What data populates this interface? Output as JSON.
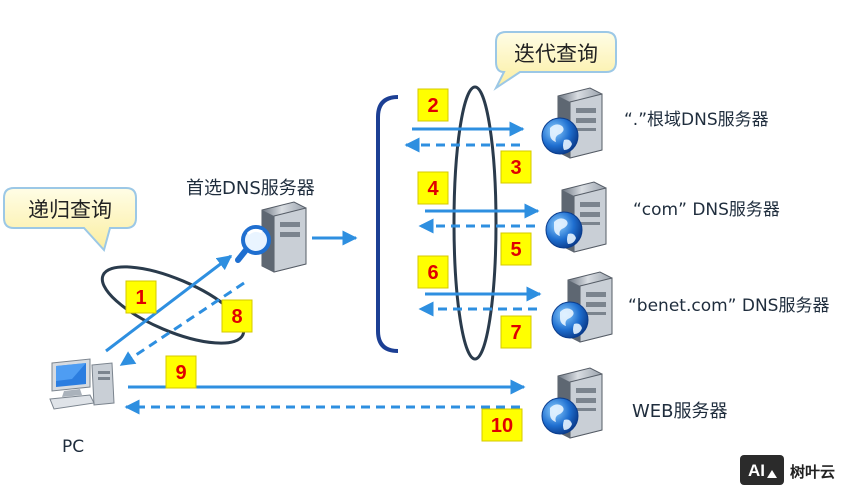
{
  "callouts": {
    "recursive": "递归查询",
    "iterative": "迭代查询"
  },
  "labels": {
    "preferred_dns": "首选DNS服务器",
    "root_dns": "“.”根域DNS服务器",
    "com_dns": "“com” DNS服务器",
    "benet_dns": "“benet.com” DNS服务器",
    "web_server": "WEB服务器",
    "pc": "PC"
  },
  "steps": [
    "1",
    "2",
    "3",
    "4",
    "5",
    "6",
    "7",
    "8",
    "9",
    "10"
  ],
  "watermark": {
    "logo_text": "AI",
    "site": "树叶云"
  },
  "colors": {
    "arrow": "#2e8fe0",
    "bracket": "#1c3f94",
    "ellipse": "#2a3b4c",
    "step_box_fill": "#ffff00",
    "step_text": "#e00000",
    "callout_fill": "#fff8c8",
    "callout_stroke": "#9cc8e6"
  }
}
